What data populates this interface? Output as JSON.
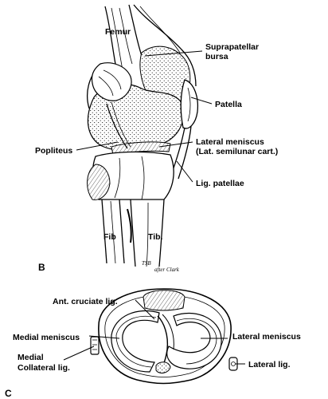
{
  "panel_b": {
    "letter": "B",
    "labels": {
      "femur": "Femur",
      "suprapatellar_line1": "Suprapatellar",
      "suprapatellar_line2": "bursa",
      "patella": "Patella",
      "popliteus": "Popliteus",
      "lateral_meniscus_line1": "Lateral meniscus",
      "lateral_meniscus_line2": "(Lat. semilunar cart.)",
      "lig_patellae": "Lig. patellae",
      "fib": "Fib",
      "tib": "Tib."
    },
    "signature_line1": "TSB",
    "signature_line2": "after Clark"
  },
  "panel_c": {
    "letter": "C",
    "labels": {
      "ant_cruciate": "Ant. cruciate lig.",
      "medial_meniscus": "Medial meniscus",
      "lateral_meniscus": "Lateral meniscus",
      "medial_collateral_line1": "Medial",
      "medial_collateral_line2": "Collateral lig.",
      "lateral_lig": "Lateral lig."
    }
  }
}
